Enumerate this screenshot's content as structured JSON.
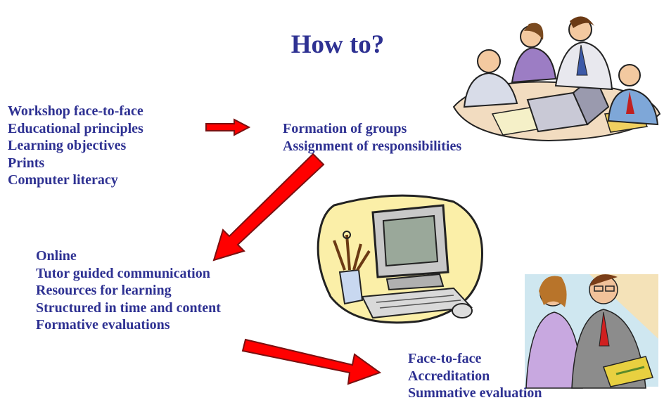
{
  "title": "How to?",
  "phases": [
    {
      "items": [
        "Workshop face-to-face",
        "Educational principles",
        "Learning objectives",
        "Prints",
        "Computer literacy"
      ]
    },
    {
      "items": [
        "Formation of groups",
        "Assignment of responsibilities"
      ]
    },
    {
      "items": [
        "Online",
        "Tutor guided communication",
        "Resources for learning",
        "Structured in time and content",
        "Formative evaluations"
      ]
    },
    {
      "items": [
        "Face-to-face",
        "Accreditation",
        "Summative evaluation"
      ]
    }
  ],
  "colors": {
    "text": "#2e3192",
    "arrow_fill": "#ff0000",
    "arrow_stroke": "#7a1010"
  },
  "illustrations": [
    "team-meeting-clipart",
    "computer-clipart",
    "couple-reviewing-document-clipart"
  ]
}
